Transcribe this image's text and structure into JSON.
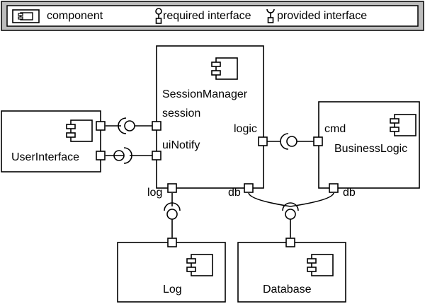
{
  "legend": {
    "component": "component",
    "required_interface": "required interface",
    "provided_interface": "provided interface"
  },
  "components": {
    "session_manager": "SessionManager",
    "user_interface": "UserInterface",
    "business_logic": "BusinessLogic",
    "log": "Log",
    "database": "Database"
  },
  "ports": {
    "session": "session",
    "ui_notify": "uiNotify",
    "logic": "logic",
    "cmd": "cmd",
    "log": "log",
    "db_session": "db",
    "db_logic": "db"
  }
}
